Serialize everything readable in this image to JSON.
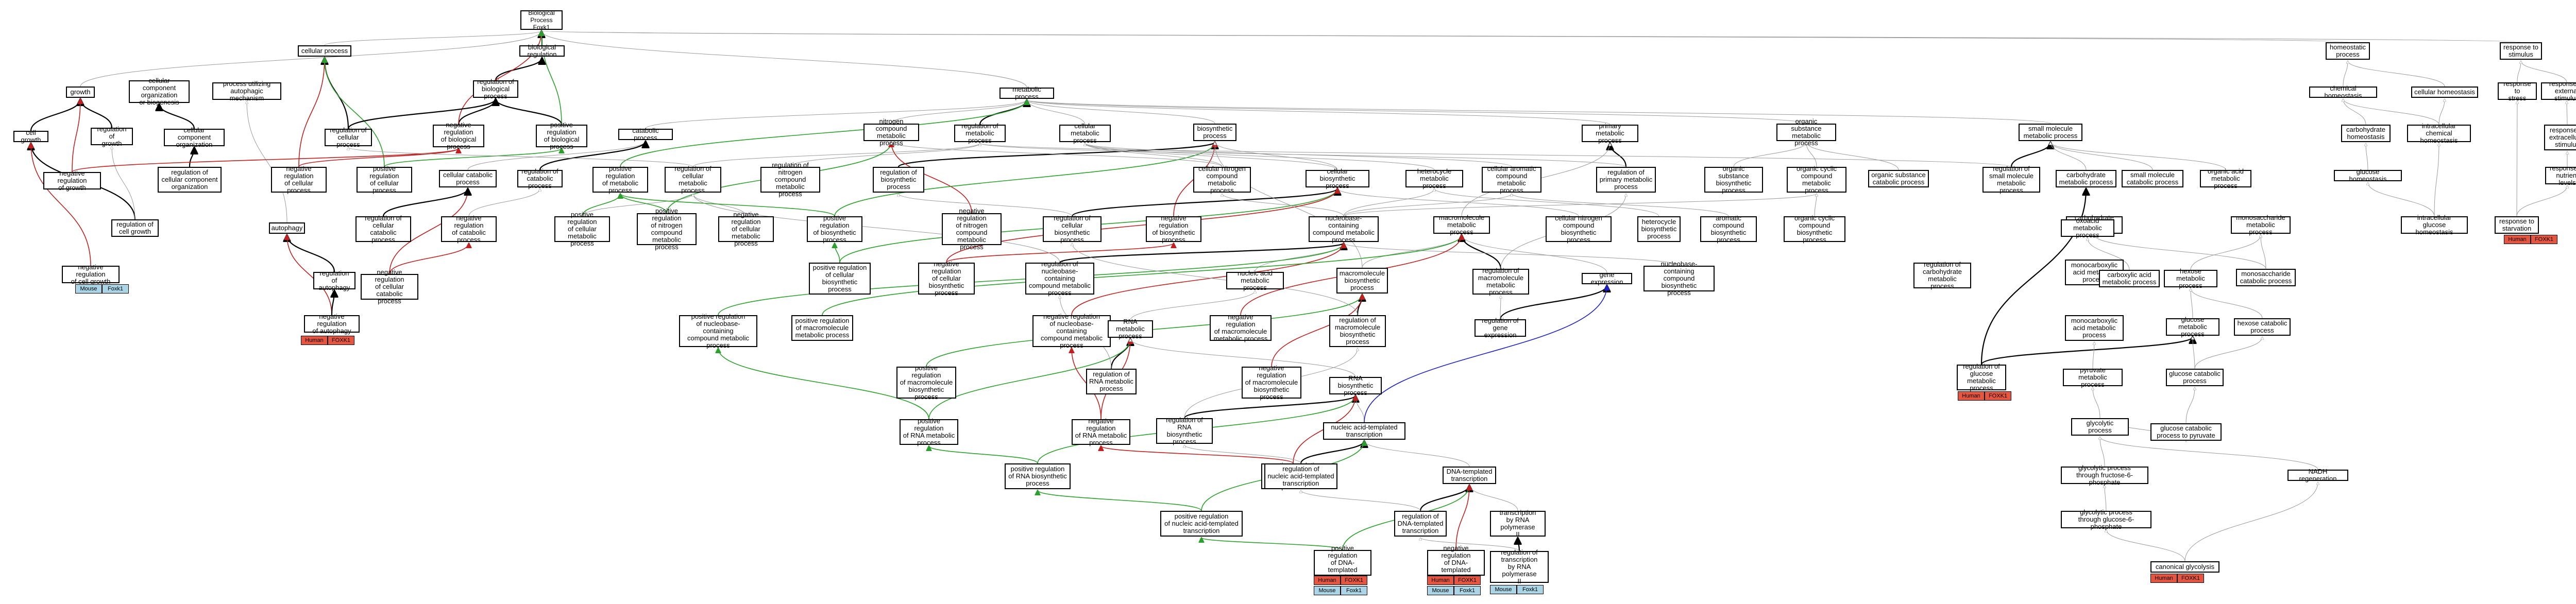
{
  "colors": {
    "positive": "#2ca02c",
    "negative": "#c02020",
    "regulates": "#1d1fcc",
    "is_a": "#000000",
    "part_of": "#9a9a9a"
  },
  "nodes": [
    {
      "id": "bp",
      "text": "Biological Process\nFoxk1"
    },
    {
      "id": "bioreg",
      "text": "biological regulation"
    },
    {
      "id": "cellproc",
      "text": "cellular process"
    },
    {
      "id": "growth",
      "text": "growth"
    },
    {
      "id": "ccob",
      "text": "cellular component\norganization\nor biogenesis"
    },
    {
      "id": "putil",
      "text": "process utilizing\nautophagic mechanism"
    },
    {
      "id": "regbp",
      "text": "regulation of\nbiological process"
    },
    {
      "id": "metproc",
      "text": "metabolic process"
    },
    {
      "id": "cellgrowth",
      "text": "cell growth"
    },
    {
      "id": "reggrowth",
      "text": "regulation of\ngrowth"
    },
    {
      "id": "cco",
      "text": "cellular component\norganization"
    },
    {
      "id": "regcp",
      "text": "regulation of\ncellular process"
    },
    {
      "id": "negregbp",
      "text": "negative regulation\nof biological\nprocess"
    },
    {
      "id": "posregbp",
      "text": "positive regulation\nof biological\nprocess"
    },
    {
      "id": "catproc",
      "text": "catabolic process"
    },
    {
      "id": "nitro",
      "text": "nitrogen compound\nmetabolic process"
    },
    {
      "id": "regmet",
      "text": "regulation of\nmetabolic process"
    },
    {
      "id": "cellmet",
      "text": "cellular metabolic\nprocess"
    },
    {
      "id": "biosyn",
      "text": "biosynthetic\nprocess"
    },
    {
      "id": "primmet",
      "text": "primary metabolic\nprocess"
    },
    {
      "id": "orgsub",
      "text": "organic substance\nmetabolic process"
    },
    {
      "id": "smallmol",
      "text": "small molecule\nmetabolic process"
    },
    {
      "id": "negreggrowth",
      "text": "negative regulation\nof growth"
    },
    {
      "id": "regcco",
      "text": "regulation of\ncellular component\norganization"
    },
    {
      "id": "negregcp",
      "text": "negative regulation\nof cellular\nprocess"
    },
    {
      "id": "posregcp",
      "text": "positive regulation\nof cellular\nprocess"
    },
    {
      "id": "cellcat",
      "text": "cellular catabolic\nprocess"
    },
    {
      "id": "regcat",
      "text": "regulation of\ncatabolic process"
    },
    {
      "id": "posregmet",
      "text": "positive regulation\nof metabolic\nprocess"
    },
    {
      "id": "regcellmet",
      "text": "regulation of\ncellular metabolic\nprocess"
    },
    {
      "id": "regnitro",
      "text": "regulation of\nnitrogen compound\nmetabolic process"
    },
    {
      "id": "regbiosyn",
      "text": "regulation of\nbiosynthetic\nprocess"
    },
    {
      "id": "cellnitro",
      "text": "cellular nitrogen\ncompound metabolic\nprocess"
    },
    {
      "id": "cellbiosyn",
      "text": "cellular biosynthetic\nprocess"
    },
    {
      "id": "heterocyc",
      "text": "heterocycle\nmetabolic process"
    },
    {
      "id": "cellarom",
      "text": "cellular aromatic\ncompound metabolic\nprocess"
    },
    {
      "id": "regprimmet",
      "text": "regulation of\nprimary metabolic\nprocess"
    },
    {
      "id": "orgsubbio",
      "text": "organic substance\nbiosynthetic\nprocess"
    },
    {
      "id": "orgcyc",
      "text": "organic cyclic\ncompound metabolic\nprocess"
    },
    {
      "id": "orgsubcat",
      "text": "organic substance\ncatabolic process"
    },
    {
      "id": "regsmallmol",
      "text": "regulation of\nsmall molecule\nmetabolic process"
    },
    {
      "id": "carbomet",
      "text": "carbohydrate\nmetabolic process"
    },
    {
      "id": "smallmolcat",
      "text": "small molecule\ncatabolic process"
    },
    {
      "id": "orgacid",
      "text": "organic acid\nmetabolic process"
    },
    {
      "id": "reggrowthcell",
      "text": "regulation of\ncell growth"
    },
    {
      "id": "autophagy",
      "text": "autophagy"
    },
    {
      "id": "negregcellcat",
      "text": "regulation of\ncellular catabolic\nprocess"
    },
    {
      "id": "negregcat",
      "text": "negative regulation\nof catabolic\nprocess"
    },
    {
      "id": "posregcellmet",
      "text": "positive regulation\nof cellular\nmetabolic process"
    },
    {
      "id": "posregnitro",
      "text": "positive regulation\nof nitrogen\ncompound metabolic\nprocess"
    },
    {
      "id": "negregcellmet",
      "text": "negative regulation\nof cellular\nmetabolic process"
    },
    {
      "id": "posregbio",
      "text": "positive regulation\nof biosynthetic\nprocess"
    },
    {
      "id": "negregnitro",
      "text": "negative regulation\nof nitrogen\ncompound metabolic\nprocess"
    },
    {
      "id": "regcellbio",
      "text": "regulation of\ncellular biosynthetic\nprocess"
    },
    {
      "id": "negregbio",
      "text": "negative regulation\nof biosynthetic\nprocess"
    },
    {
      "id": "nucleo",
      "text": "nucleobase-containing\ncompound metabolic\nprocess"
    },
    {
      "id": "macromol",
      "text": "macromolecule\nmetabolic process"
    },
    {
      "id": "cellnitrobio",
      "text": "cellular nitrogen\ncompound biosynthetic\nprocess"
    },
    {
      "id": "heterobio",
      "text": "heterocycle\nbiosynthetic\nprocess"
    },
    {
      "id": "arombio",
      "text": "aromatic compound\nbiosynthetic\nprocess"
    },
    {
      "id": "orgcycbio",
      "text": "organic cyclic\ncompound biosynthetic\nprocess"
    },
    {
      "id": "regcarbomet",
      "text": "regulation of\ncarbohydrate\nmetabolic process"
    },
    {
      "id": "carbocat",
      "text": "carbohydrate\ncatabolic process"
    },
    {
      "id": "monocarbmet",
      "text": "monocarboxylic\nacid metabolic\nprocess"
    },
    {
      "id": "monosacmet",
      "text": "monosaccharide\nmetabolic process"
    },
    {
      "id": "oxoacid",
      "text": "oxoacid metabolic\nprocess"
    },
    {
      "id": "negreggrowthcell",
      "text": "negative regulation\nof cell growth"
    },
    {
      "id": "regautophagy",
      "text": "regulation of\nautophagy"
    },
    {
      "id": "negregcellcatb",
      "text": "negative regulation\nof cellular\ncatabolic process"
    },
    {
      "id": "posregcellbio",
      "text": "positive regulation\nof cellular\nbiosynthetic\nprocess"
    },
    {
      "id": "regnucleo",
      "text": "regulation of\nnucleobase-containing\ncompound metabolic\nprocess"
    },
    {
      "id": "negregcellbio",
      "text": "negative regulation\nof cellular\nbiosynthetic\nprocess"
    },
    {
      "id": "nucacid",
      "text": "nucleic acid\nmetabolic process"
    },
    {
      "id": "macrobio",
      "text": "macromolecule\nbiosynthetic\nprocess"
    },
    {
      "id": "regmacro",
      "text": "regulation of\nmacromolecule\nmetabolic process"
    },
    {
      "id": "nucleobio",
      "text": "nucleobase-containing\ncompound biosynthetic\nprocess"
    },
    {
      "id": "geneexp",
      "text": "gene expression"
    },
    {
      "id": "carboxacid",
      "text": "carboxylic acid\nmetabolic process"
    },
    {
      "id": "hexosemet",
      "text": "hexose metabolic\nprocess"
    },
    {
      "id": "monosaccat",
      "text": "monosaccharide\ncatabolic process"
    },
    {
      "id": "negregautophagy",
      "text": "negative regulation\nof autophagy"
    },
    {
      "id": "posregnucleo",
      "text": "positive regulation\nof nucleobase-containing\ncompound metabolic\nprocess"
    },
    {
      "id": "posregmacro",
      "text": "positive regulation\nof macromolecule\nmetabolic process"
    },
    {
      "id": "negregnucleo",
      "text": "negative regulation\nof nucleobase-containing\ncompound metabolic\nprocess"
    },
    {
      "id": "rnamet",
      "text": "RNA metabolic\nprocess"
    },
    {
      "id": "negregmacro",
      "text": "negative regulation\nof macromolecule\nmetabolic process"
    },
    {
      "id": "regmacrobio",
      "text": "regulation of\nmacromolecule\nbiosynthetic\nprocess"
    },
    {
      "id": "reggeneexp",
      "text": "regulation of\ngene expression"
    },
    {
      "id": "regglucose",
      "text": "regulation of\nglucose metabolic\nprocess"
    },
    {
      "id": "monocarbbio",
      "text": "monocarboxylic\nacid metabolic\nprocess"
    },
    {
      "id": "glucosemet",
      "text": "glucose metabolic\nprocess"
    },
    {
      "id": "hexosecat",
      "text": "hexose catabolic\nprocess"
    },
    {
      "id": "posregmacrobio",
      "text": "positive regulation\nof macromolecule\nbiosynthetic\nprocess"
    },
    {
      "id": "regrnamet",
      "text": "regulation of\nRNA metabolic\nprocess"
    },
    {
      "id": "negregmacrobio",
      "text": "negative regulation\nof macromolecule\nbiosynthetic\nprocess"
    },
    {
      "id": "pyruvate",
      "text": "pyruvate metabolic\nprocess"
    },
    {
      "id": "glucosecat",
      "text": "glucose catabolic\nprocess"
    },
    {
      "id": "rnabio",
      "text": "RNA biosynthetic\nprocess"
    },
    {
      "id": "posregrnamet",
      "text": "positive regulation\nof RNA metabolic\nprocess"
    },
    {
      "id": "negregrnamet",
      "text": "negative regulation\nof RNA metabolic\nprocess"
    },
    {
      "id": "regrnabio",
      "text": "regulation of\nRNA biosynthetic\nprocess"
    },
    {
      "id": "nucdna",
      "text": "nucleic acid-templated\ntranscription"
    },
    {
      "id": "glycolytic",
      "text": "glycolytic process"
    },
    {
      "id": "glucosecatpyr",
      "text": "glucose catabolic\nprocess to pyruvate"
    },
    {
      "id": "posregrnabio",
      "text": "positive regulation\nof RNA biosynthetic\nprocess"
    },
    {
      "id": "negregrnabio",
      "text": "negative regulation\nof RNA biosynthetic\nprocess"
    },
    {
      "id": "regnucdna",
      "text": "regulation of\nnucleic acid-templated\ntranscription"
    },
    {
      "id": "dnatemp",
      "text": "DNA-templated\ntranscription"
    },
    {
      "id": "glycoF6P",
      "text": "glycolytic process\nthrough fructose-6-phosphate"
    },
    {
      "id": "nadh",
      "text": "NADH regeneration"
    },
    {
      "id": "posregnucdna",
      "text": "positive regulation\nof nucleic acid-templated\ntranscription"
    },
    {
      "id": "negregnucdna",
      "text": "negative regulation\nof nucleic acid-templated\ntranscription"
    },
    {
      "id": "regdnatemp",
      "text": "regulation of\nDNA-templated\ntranscription"
    },
    {
      "id": "transpol2",
      "text": "transcription\nby RNA polymerase\nII"
    },
    {
      "id": "glycoG6P",
      "text": "glycolytic process\nthrough glucose-6-phosphate"
    },
    {
      "id": "posregdnatemp",
      "text": "positive regulation\nof DNA-templated\ntranscription"
    },
    {
      "id": "negregdnatemp",
      "text": "negative regulation\nof DNA-templated\ntranscription"
    },
    {
      "id": "regtranspol2",
      "text": "regulation of\ntranscription\nby RNA polymerase\nII"
    },
    {
      "id": "canonglyc",
      "text": "canonical glycolysis"
    },
    {
      "id": "homeostatic",
      "text": "homeostatic\nprocess"
    },
    {
      "id": "respstim",
      "text": "response to\nstimulus"
    },
    {
      "id": "chemhomeo",
      "text": "chemical homeostasis"
    },
    {
      "id": "cellhomeo",
      "text": "cellular homeostasis"
    },
    {
      "id": "respstress",
      "text": "response to\nstress"
    },
    {
      "id": "respext",
      "text": "response to\nexternal stimulus"
    },
    {
      "id": "carbohomeo",
      "text": "carbohydrate\nhomeostasis"
    },
    {
      "id": "intracellchem",
      "text": "intracellular\nchemical homeostasis"
    },
    {
      "id": "respextracell",
      "text": "response to\nextracellular\nstimulus"
    },
    {
      "id": "glucosehomeo",
      "text": "glucose homeostasis"
    },
    {
      "id": "respnutr",
      "text": "response to\nnutrient levels"
    },
    {
      "id": "intracellglucose",
      "text": "intracellular\nglucose homeostasis"
    },
    {
      "id": "respstarv",
      "text": "response to\nstarvation"
    }
  ],
  "badges": [
    {
      "species": "Mouse",
      "gene": "Foxk1"
    },
    {
      "species": "Human",
      "gene": "FOXK1"
    },
    {
      "species": "Human",
      "gene": "FOXK1"
    },
    {
      "species": "Human",
      "gene": "FOXK1"
    },
    {
      "species": "Human",
      "gene": "FOXK1"
    },
    {
      "species": "Mouse",
      "gene": "Foxk1"
    },
    {
      "species": "Mouse",
      "gene": "Foxk1"
    },
    {
      "species": "Mouse",
      "gene": "Foxk1"
    },
    {
      "species": "Human",
      "gene": "FOXK1"
    },
    {
      "species": "Human",
      "gene": "FOXK1"
    }
  ]
}
